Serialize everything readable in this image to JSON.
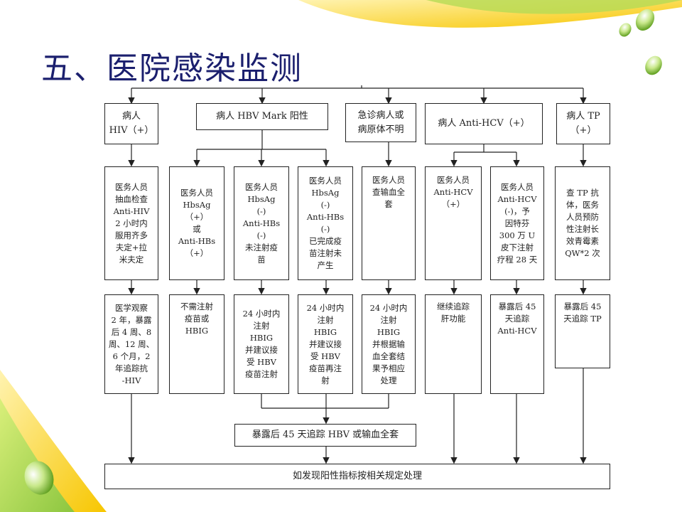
{
  "slide": {
    "title": "五、医院感染监测"
  },
  "flowchart": {
    "row1": {
      "hiv": [
        "病人",
        "HIV（+）"
      ],
      "hbv": [
        "病人 HBV Mark 阳性"
      ],
      "emergency": [
        "急诊病人或",
        "病原体不明"
      ],
      "hcv": [
        "病人 Anti-HCV（+）"
      ],
      "tp": [
        "病人 TP",
        "（+）"
      ]
    },
    "row2": {
      "hiv": [
        "医务人员",
        "抽血检查",
        "Anti-HIV",
        "2 小时内",
        "服用齐多",
        "夫定+拉",
        "米夫定"
      ],
      "hbv_a": [
        "医务人员",
        "HbsAg",
        "（+）",
        "或",
        "Anti-HBs",
        "（+）"
      ],
      "hbv_b": [
        "医务人员",
        "HbsAg",
        "(-)",
        "Anti-HBs",
        "(-)",
        "未注射疫",
        "苗"
      ],
      "hbv_c": [
        "医务人员",
        "HbsAg",
        "(-)",
        "Anti-HBs",
        "(-)",
        "已完成疫",
        "苗注射未",
        "产生"
      ],
      "emergency": [
        "医务人员",
        "查输血全",
        "套"
      ],
      "hcv_a": [
        "医务人员",
        "Anti-HCV",
        "（+）"
      ],
      "hcv_b": [
        "医务人员",
        "Anti-HCV",
        "(-)，予",
        "因特芬",
        "300 万 U",
        "皮下注射",
        "疗程 28 天"
      ],
      "tp": [
        "查 TP 抗",
        "体，医务",
        "人员预防",
        "性注射长",
        "效青霉素",
        "QW*2 次"
      ]
    },
    "row3": {
      "hiv": [
        "医学观察",
        "2 年，暴露",
        "后 4 周、8",
        "周、12 周、",
        "6 个月，2",
        "年追踪抗",
        "-HIV"
      ],
      "hbv_a": [
        "不需注射",
        "疫苗或",
        "HBIG"
      ],
      "hbv_b": [
        "24 小时内",
        "注射",
        "HBIG",
        "并建议接",
        "受 HBV",
        "疫苗注射"
      ],
      "hbv_c": [
        "24 小时内",
        "注射",
        "HBIG",
        "并建议接",
        "受 HBV",
        "疫苗再注",
        "射"
      ],
      "emergency": [
        "24 小时内",
        "注射",
        "HBIG",
        "并根据输",
        "血全套结",
        "果予相应",
        "处理"
      ],
      "hcv_a": [
        "继续追踪",
        "肝功能"
      ],
      "hcv_b": [
        "暴露后 45",
        "天追踪",
        "Anti-HCV"
      ],
      "tp": [
        "暴露后 45",
        "天追踪 TP"
      ]
    },
    "merge": "暴露后 45 天追踪 HBV 或输血全套",
    "final": "如发现阳性指标按相关规定处理"
  }
}
